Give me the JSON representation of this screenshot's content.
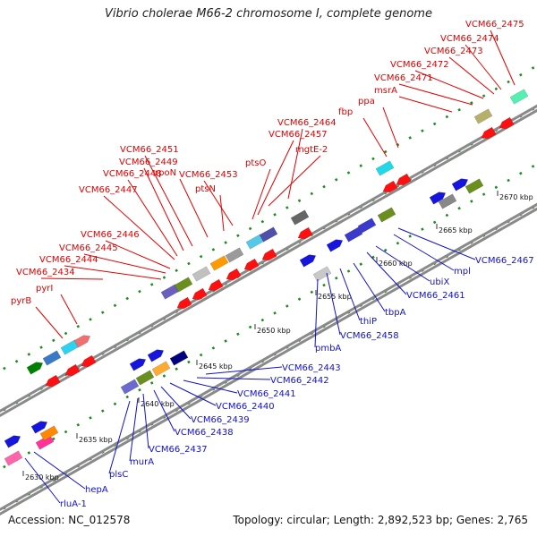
{
  "title": "Vibrio cholerae M66-2 chromosome I, complete genome",
  "footer": {
    "accession": "Accession: NC_012578",
    "topology": "Topology: circular; Length: 2,892,523 bp; Genes: 2,765"
  },
  "colors": {
    "backbone": "#8a8a8a",
    "tick_green": "#1f8a1f",
    "top_label": "#e00000",
    "bottom_label": "#1111cc"
  },
  "kbp_ticks": [
    "2630 kbp",
    "2635 kbp",
    "2640 kbp",
    "2645 kbp",
    "2650 kbp",
    "2655 kbp",
    "2660 kbp",
    "2665 kbp",
    "2670 kbp"
  ],
  "top_labels": [
    "VCM66_2475",
    "VCM66_2474",
    "VCM66_2473",
    "VCM66_2472",
    "VCM66_2471",
    "msrA",
    "ppa",
    "fbp",
    "VCM66_2464",
    "mgtE-2",
    "VCM66_2457",
    "ptsO",
    "VCM66_2453",
    "ptsN",
    "rpoN",
    "VCM66_2451",
    "VCM66_2449",
    "VCM66_2448",
    "VCM66_2447",
    "VCM66_2446",
    "VCM66_2445",
    "VCM66_2444",
    "VCM66_2434",
    "pyrI",
    "pyrB"
  ],
  "bottom_labels": [
    "VCM66_2467",
    "mpl",
    "ubiX",
    "VCM66_2461",
    "tbpA",
    "thiP",
    "VCM66_2458",
    "pmbA",
    "VCM66_2443",
    "VCM66_2442",
    "VCM66_2441",
    "VCM66_2440",
    "VCM66_2439",
    "VCM66_2438",
    "VCM66_2437",
    "murA",
    "plsC",
    "hepA",
    "rluA-1"
  ]
}
